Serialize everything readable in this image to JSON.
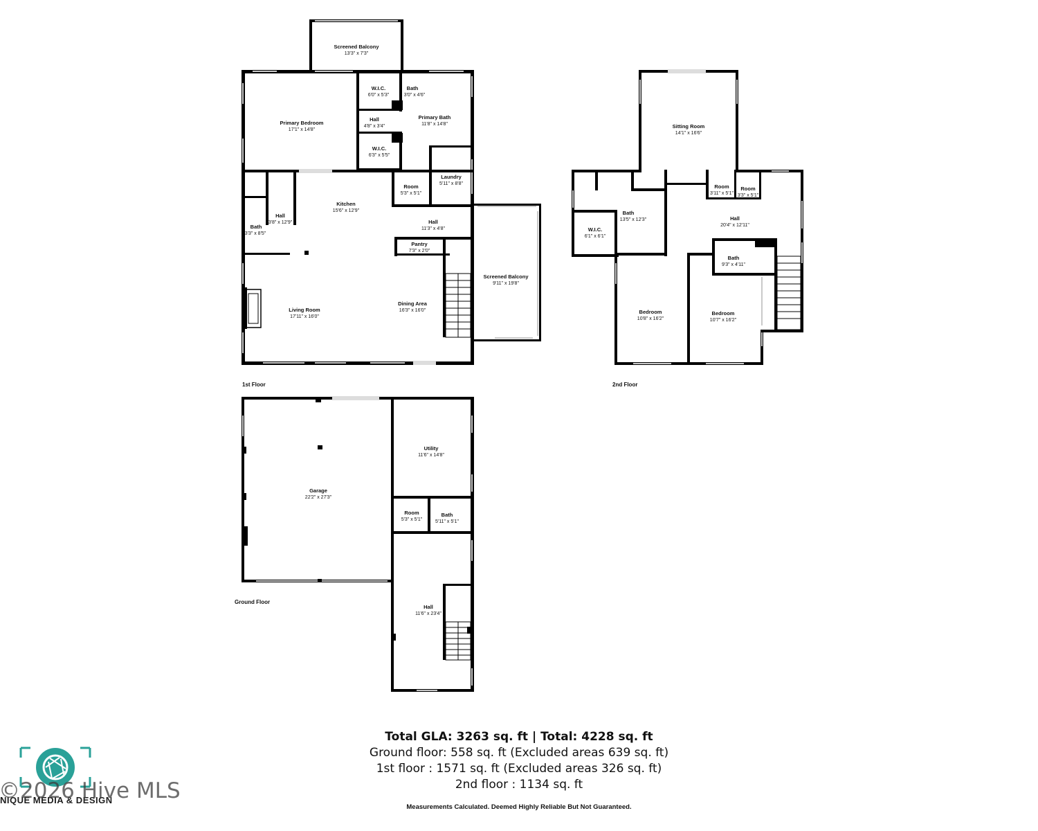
{
  "floors": {
    "first": {
      "label": "1st Floor",
      "rooms": [
        {
          "id": "screened-balcony-top",
          "name": "Screened Balcony",
          "dims": "13'3\" x 7'3\""
        },
        {
          "id": "primary-bedroom",
          "name": "Primary Bedroom",
          "dims": "17'1\" x 14'8\""
        },
        {
          "id": "wic-top",
          "name": "W.I.C.",
          "dims": "6'0\" x 5'3\""
        },
        {
          "id": "bath-top",
          "name": "Bath",
          "dims": "3'0\" x 4'6\""
        },
        {
          "id": "hall-small",
          "name": "Hall",
          "dims": "4'8\" x 3'4\""
        },
        {
          "id": "primary-bath",
          "name": "Primary Bath",
          "dims": "11'8\" x 14'8\""
        },
        {
          "id": "wic-bottom",
          "name": "W.I.C.",
          "dims": "6'3\" x 5'5\""
        },
        {
          "id": "room",
          "name": "Room",
          "dims": "5'3\" x 5'1\""
        },
        {
          "id": "laundry",
          "name": "Laundry",
          "dims": "5'11\" x 8'8\""
        },
        {
          "id": "kitchen",
          "name": "Kitchen",
          "dims": "15'6\" x 12'9\""
        },
        {
          "id": "hall-left",
          "name": "Hall",
          "dims": "3'8\" x 12'9\""
        },
        {
          "id": "bath-left",
          "name": "Bath",
          "dims": "3'3\" x 8'5\""
        },
        {
          "id": "hall-right",
          "name": "Hall",
          "dims": "11'3\" x 4'8\""
        },
        {
          "id": "pantry",
          "name": "Pantry",
          "dims": "7'3\" x 2'0\""
        },
        {
          "id": "screened-balcony-side",
          "name": "Screened Balcony",
          "dims": "9'11\" x 19'8\""
        },
        {
          "id": "living-room",
          "name": "Living Room",
          "dims": "17'11\" x 16'0\""
        },
        {
          "id": "dining-area",
          "name": "Dining Area",
          "dims": "16'3\" x 16'0\""
        }
      ]
    },
    "second": {
      "label": "2nd Floor",
      "rooms": [
        {
          "id": "sitting-room",
          "name": "Sitting Room",
          "dims": "14'1\" x 16'6\""
        },
        {
          "id": "room-a",
          "name": "Room",
          "dims": "3'11\" x 5'1\""
        },
        {
          "id": "room-b",
          "name": "Room",
          "dims": "3'3\" x 5'1\""
        },
        {
          "id": "bath-upper",
          "name": "Bath",
          "dims": "13'5\" x 12'3\""
        },
        {
          "id": "wic",
          "name": "W.I.C.",
          "dims": "6'1\" x 6'1\""
        },
        {
          "id": "hall",
          "name": "Hall",
          "dims": "20'4\" x 12'11\""
        },
        {
          "id": "bath-small",
          "name": "Bath",
          "dims": "9'3\" x 4'11\""
        },
        {
          "id": "bedroom-left",
          "name": "Bedroom",
          "dims": "10'8\" x 16'2\""
        },
        {
          "id": "bedroom-right",
          "name": "Bedroom",
          "dims": "10'7\" x 16'2\""
        }
      ]
    },
    "ground": {
      "label": "Ground Floor",
      "rooms": [
        {
          "id": "garage",
          "name": "Garage",
          "dims": "22'2\" x 27'3\""
        },
        {
          "id": "utility",
          "name": "Utility",
          "dims": "11'6\" x 14'8\""
        },
        {
          "id": "room",
          "name": "Room",
          "dims": "5'3\" x 5'1\""
        },
        {
          "id": "bath",
          "name": "Bath",
          "dims": "5'11\" x 5'1\""
        },
        {
          "id": "hall",
          "name": "Hall",
          "dims": "11'6\" x 23'4\""
        }
      ]
    }
  },
  "summary": {
    "total": "Total GLA: 3263 sq. ft | Total: 4228 sq. ft",
    "ground": "Ground floor: 558 sq. ft (Excluded areas 639 sq. ft)",
    "first": "1st floor : 1571 sq. ft (Excluded areas 326 sq. ft)",
    "second": "2nd floor : 1134 sq. ft"
  },
  "disclaimer": "Measurements Calculated. Deemed Highly Reliable But Not Guaranteed.",
  "logo": {
    "text": "NIQUE MEDIA & DESIGN",
    "icon": "camera-aperture-icon",
    "accent": "#2aa198"
  },
  "watermark": "©2026 Hive MLS"
}
